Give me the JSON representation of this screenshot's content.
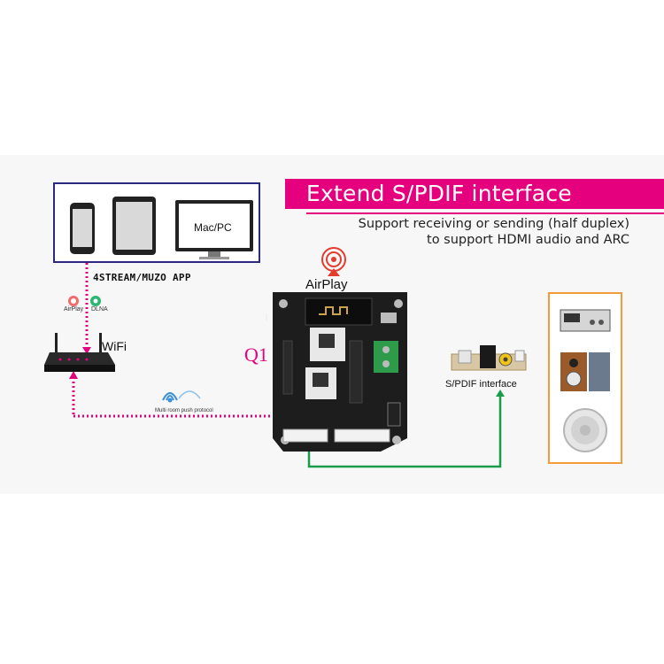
{
  "banner": {
    "title": "Extend S/PDIF interface",
    "subtitle_line1": "Support receiving or sending (half duplex)",
    "subtitle_line2": "to support HDMI audio and ARC"
  },
  "devices": {
    "computer_label": "Mac/PC",
    "app_label": "4STREAM/MUZO APP"
  },
  "protocols": {
    "airplay_small": "AirPlay",
    "dlna_small": "DLNA",
    "multiroom_small": "Multi room push protocol"
  },
  "router": {
    "label": "WiFi"
  },
  "board": {
    "airplay_label": "AirPlay",
    "model_label": "Q1"
  },
  "spdif": {
    "label": "S/PDIF interface"
  },
  "colors": {
    "accent": "#e5007e",
    "link_green": "#1a9d4b",
    "box_blue": "#2b2a7e",
    "box_orange": "#f39a3a"
  }
}
